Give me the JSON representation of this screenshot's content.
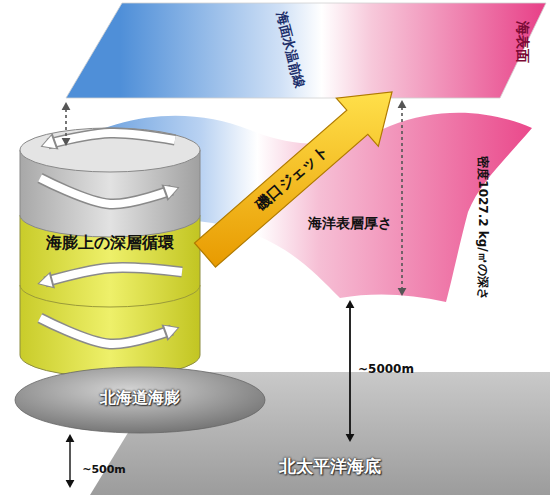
{
  "diagram": {
    "nodes": [
      {
        "text": [
          "海面水温前線",
          "海表面"
        ]
      },
      {
        "text": [
          "海洋表層厚さ",
          "密度1027.2 kg/㎥の深さ"
        ]
      },
      {
        "text": [
          "海膨上の深層循環"
        ]
      },
      {
        "text": [
          "磯口ジェット"
        ]
      },
      {
        "text": [
          "北海道海膨"
        ]
      },
      {
        "text": [
          "北太平洋海底"
        ]
      }
    ],
    "labels": [
      "~5000m",
      "~500m"
    ]
  }
}
